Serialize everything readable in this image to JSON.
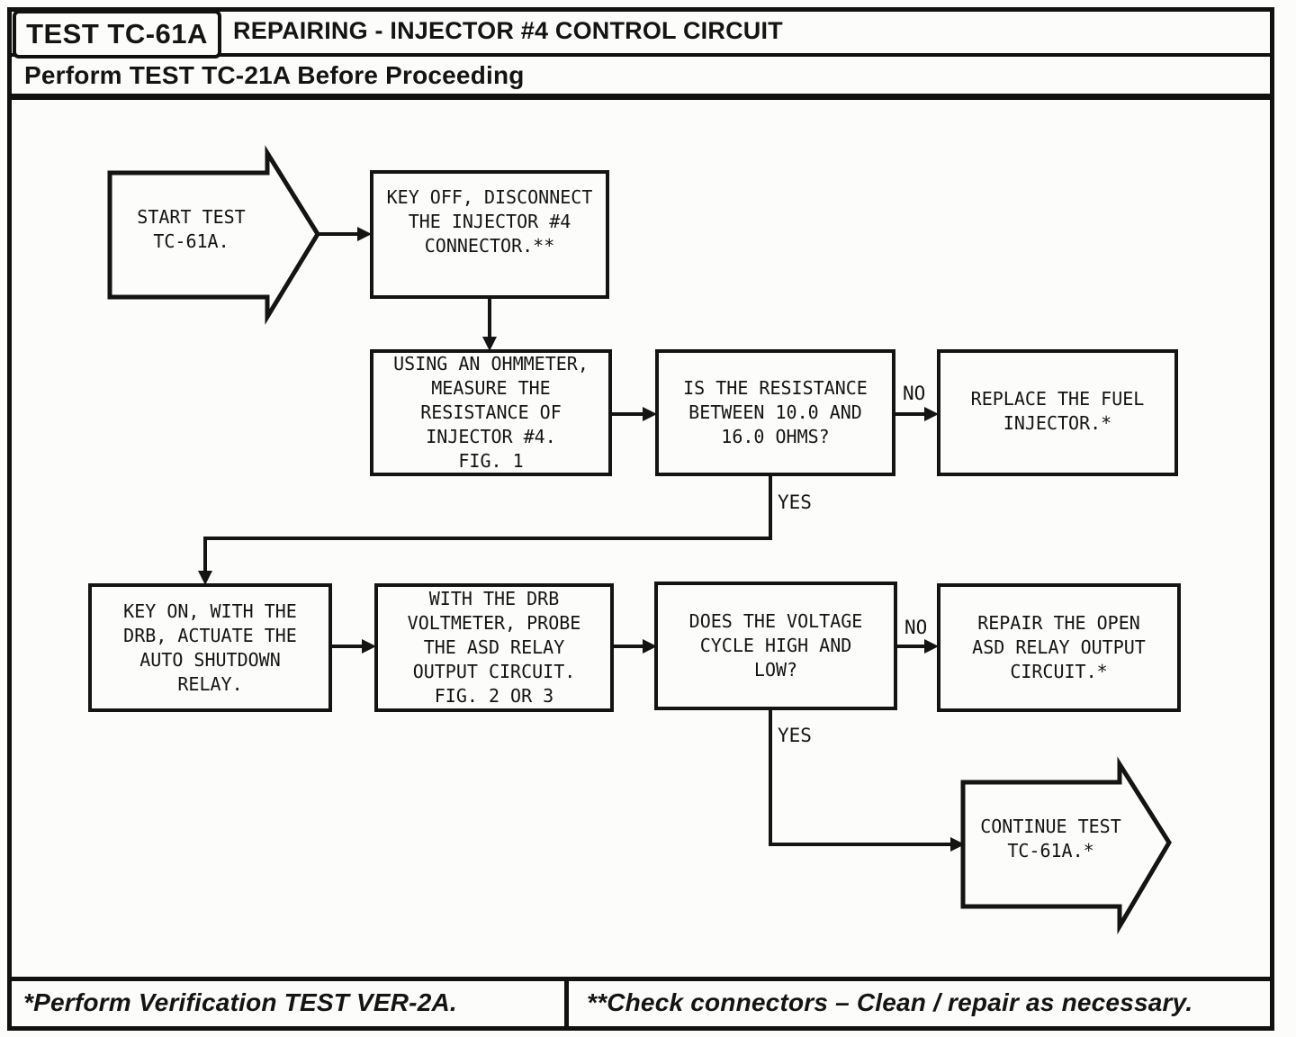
{
  "header": {
    "test_label": "TEST TC-61A",
    "title": "REPAIRING - INJECTOR #4 CONTROL CIRCUIT",
    "subtitle": "Perform TEST TC-21A Before Proceeding"
  },
  "flowchart": {
    "start": "START TEST\nTC-61A.",
    "nodes": {
      "key_off": "KEY OFF, DISCONNECT\nTHE INJECTOR #4\nCONNECTOR.**",
      "ohmmeter": "USING AN OHMMETER,\nMEASURE THE\nRESISTANCE OF\nINJECTOR #4.\nFIG. 1",
      "resistance_q": "IS THE RESISTANCE\nBETWEEN 10.0 AND\n16.0 OHMS?",
      "replace_injector": "REPLACE THE FUEL\nINJECTOR.*",
      "key_on": "KEY ON, WITH THE\nDRB, ACTUATE THE\nAUTO SHUTDOWN\nRELAY.",
      "drb_voltmeter": "WITH THE DRB\nVOLTMETER, PROBE\nTHE ASD RELAY\nOUTPUT CIRCUIT.\nFIG. 2 OR 3",
      "voltage_q": "DOES THE VOLTAGE\nCYCLE HIGH AND\nLOW?",
      "repair_circuit": "REPAIR THE OPEN\nASD RELAY OUTPUT\nCIRCUIT.*",
      "continue": "CONTINUE TEST\nTC-61A.*"
    },
    "labels": {
      "no1": "NO",
      "yes1": "YES",
      "no2": "NO",
      "yes2": "YES"
    }
  },
  "footer": {
    "left": "*Perform  Verification TEST VER-2A.",
    "right": "**Check connectors – Clean / repair as necessary."
  },
  "colors": {
    "ink": "#141414",
    "paper": "#fcfcfb"
  }
}
